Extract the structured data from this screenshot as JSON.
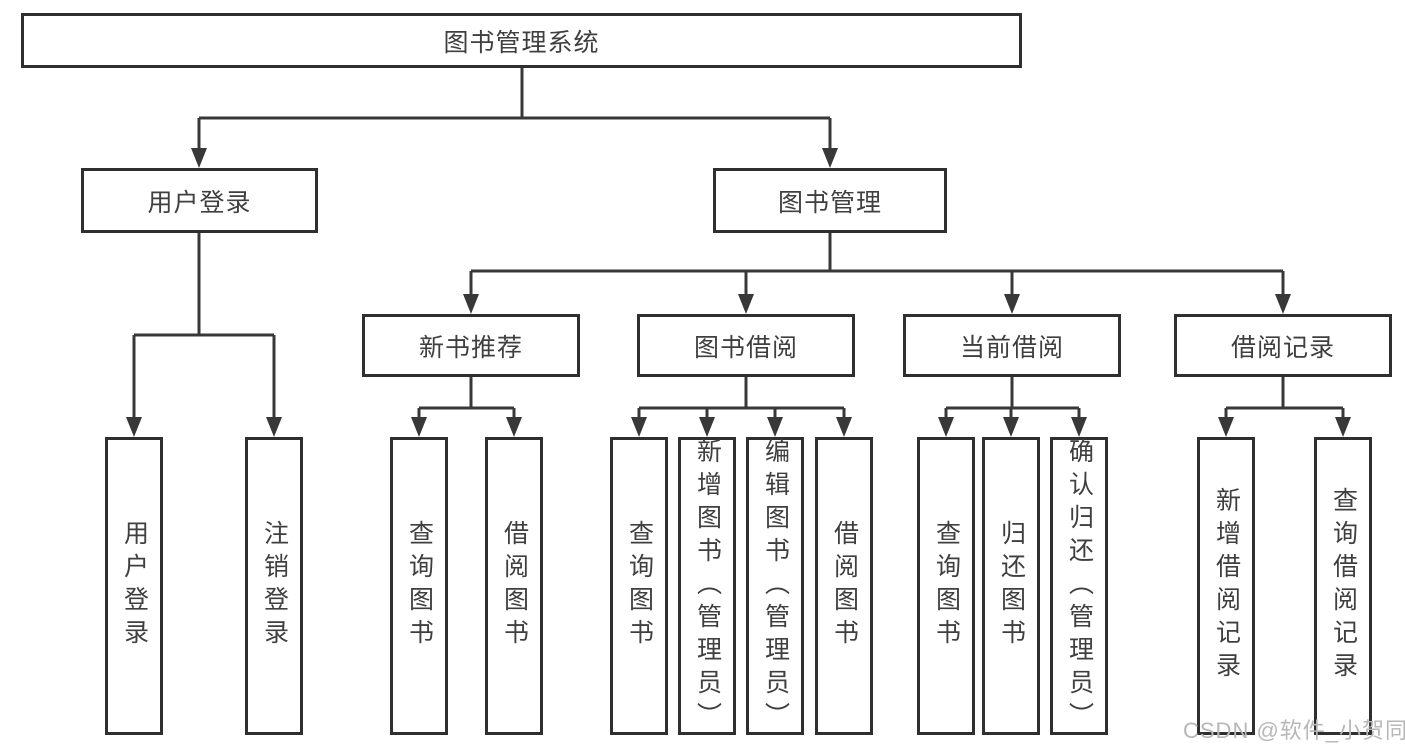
{
  "colors": {
    "line": "#383838",
    "box_border": "#2f2f2f",
    "text": "#3f3f3f",
    "watermark": "#b7b7b7",
    "background": "#ffffff"
  },
  "root": {
    "label": "图书管理系统"
  },
  "level2": [
    {
      "label": "用户登录"
    },
    {
      "label": "图书管理"
    }
  ],
  "level3": [
    {
      "label": "新书推荐",
      "parent": "图书管理"
    },
    {
      "label": "图书借阅",
      "parent": "图书管理"
    },
    {
      "label": "当前借阅",
      "parent": "图书管理"
    },
    {
      "label": "借阅记录",
      "parent": "图书管理"
    }
  ],
  "leaves": [
    {
      "label": "用户登录",
      "parent": "用户登录"
    },
    {
      "label": "注销登录",
      "parent": "用户登录"
    },
    {
      "label": "查询图书",
      "parent": "新书推荐"
    },
    {
      "label": "借阅图书",
      "parent": "新书推荐"
    },
    {
      "label": "查询图书",
      "parent": "图书借阅"
    },
    {
      "label": "新增图书（管理员）",
      "parent": "图书借阅"
    },
    {
      "label": "编辑图书（管理员）",
      "parent": "图书借阅"
    },
    {
      "label": "借阅图书",
      "parent": "图书借阅"
    },
    {
      "label": "查询图书",
      "parent": "当前借阅"
    },
    {
      "label": "归还图书",
      "parent": "当前借阅"
    },
    {
      "label": "确认归还（管理员）",
      "parent": "当前借阅"
    },
    {
      "label": "新增借阅记录",
      "parent": "借阅记录"
    },
    {
      "label": "查询借阅记录",
      "parent": "借阅记录"
    }
  ],
  "watermark": {
    "text": "CSDN @软件_小贺同学"
  }
}
